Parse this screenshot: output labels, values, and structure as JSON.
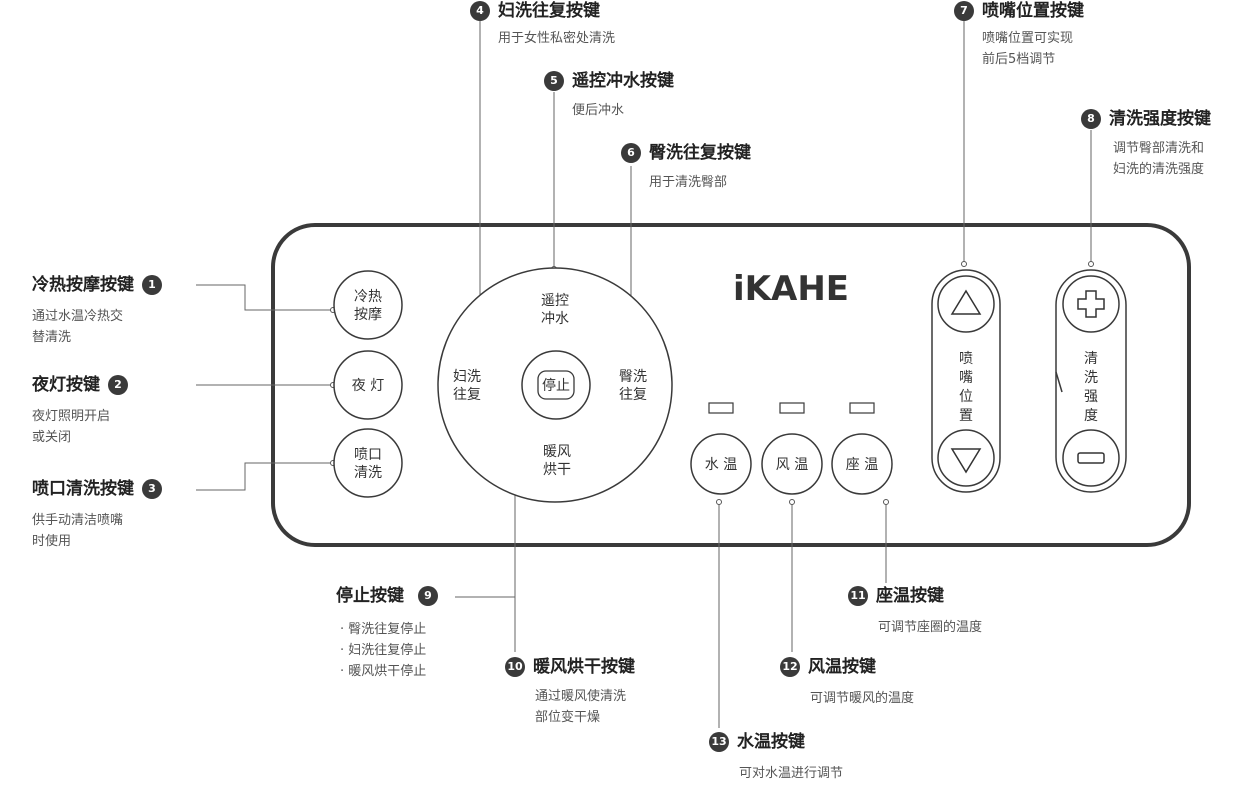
{
  "brand": "iKAHE",
  "buttons": {
    "b1": {
      "line1": "冷热",
      "line2": "按摩"
    },
    "b2": {
      "label": "夜 灯"
    },
    "b3": {
      "line1": "喷口",
      "line2": "清洗"
    },
    "remote_flush": {
      "line1": "遥控",
      "line2": "冲水"
    },
    "female_wash": {
      "line1": "妇洗",
      "line2": "往复"
    },
    "hip_wash": {
      "line1": "臀洗",
      "line2": "往复"
    },
    "stop": {
      "label": "停止"
    },
    "dry": {
      "line1": "暖风",
      "line2": "烘干"
    },
    "water_temp": {
      "label": "水 温"
    },
    "air_temp": {
      "label": "风 温"
    },
    "seat_temp": {
      "label": "座 温"
    },
    "nozzle": {
      "chars": [
        "喷",
        "嘴",
        "位",
        "置"
      ]
    },
    "strength": {
      "chars": [
        "清",
        "洗",
        "强",
        "度"
      ]
    }
  },
  "annotations": [
    {
      "num": "1",
      "title": "冷热按摩按键",
      "desc": [
        "通过水温冷热交",
        "替清洗"
      ]
    },
    {
      "num": "2",
      "title": "夜灯按键",
      "desc": [
        "夜灯照明开启",
        "或关闭"
      ]
    },
    {
      "num": "3",
      "title": "喷口清洗按键",
      "desc": [
        "供手动清洁喷嘴",
        "时使用"
      ]
    },
    {
      "num": "4",
      "title": "妇洗往复按键",
      "desc": [
        "用于女性私密处清洗"
      ]
    },
    {
      "num": "5",
      "title": "遥控冲水按键",
      "desc": [
        "便后冲水"
      ]
    },
    {
      "num": "6",
      "title": "臀洗往复按键",
      "desc": [
        "用于清洗臀部"
      ]
    },
    {
      "num": "7",
      "title": "喷嘴位置按键",
      "desc": [
        "喷嘴位置可实现",
        "前后5档调节"
      ]
    },
    {
      "num": "8",
      "title": "清洗强度按键",
      "desc": [
        "调节臀部清洗和",
        "妇洗的清洗强度"
      ]
    },
    {
      "num": "9",
      "title": "停止按键",
      "desc": [
        "· 臀洗往复停止",
        "· 妇洗往复停止",
        "· 暖风烘干停止"
      ]
    },
    {
      "num": "10",
      "title": "暖风烘干按键",
      "desc": [
        "通过暖风使清洗",
        "部位变干燥"
      ]
    },
    {
      "num": "11",
      "title": "座温按键",
      "desc": [
        "可调节座圈的温度"
      ]
    },
    {
      "num": "12",
      "title": "风温按键",
      "desc": [
        "可调节暖风的温度"
      ]
    },
    {
      "num": "13",
      "title": "水温按键",
      "desc": [
        "可对水温进行调节"
      ]
    }
  ]
}
